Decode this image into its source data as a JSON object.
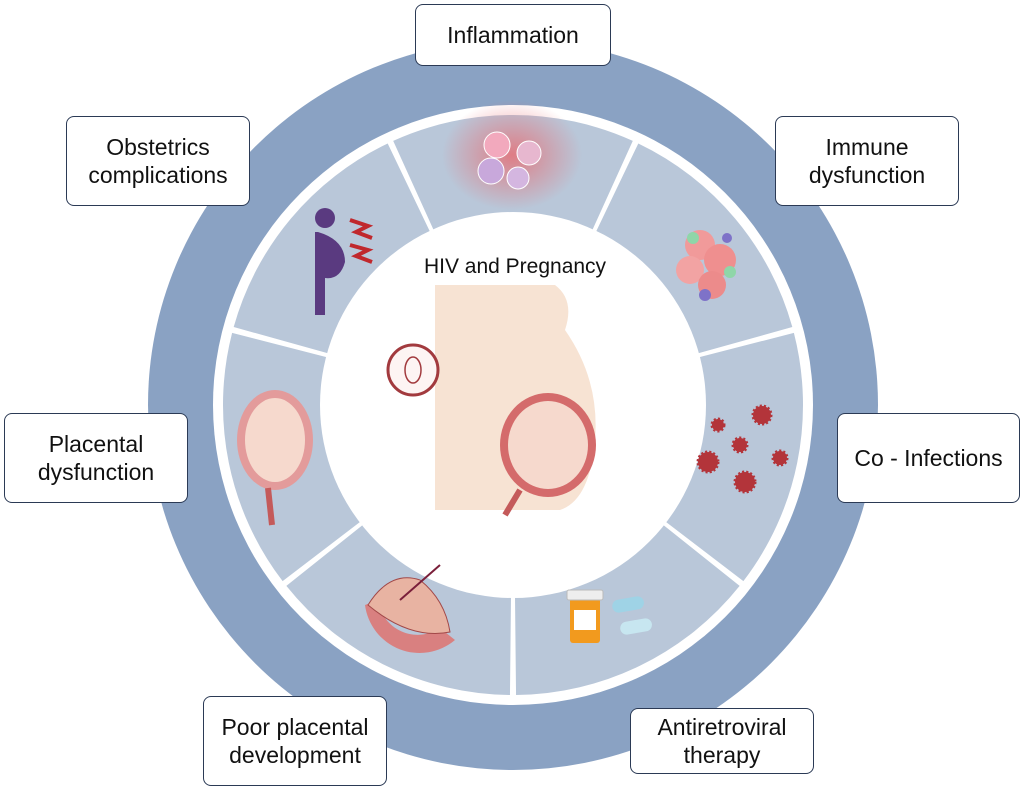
{
  "title": "HIV and Pregnancy",
  "colors": {
    "outer_ring": "#8aa2c3",
    "segment": "#b9c7d9",
    "divider": "#ffffff",
    "box_border": "#2b3a55",
    "virus_red": "#b3343a",
    "figure_purple": "#5a3a80",
    "skin": "#f7e3d3"
  },
  "factors": [
    {
      "label": "Inflammation",
      "icon": "inflammation-cells-icon"
    },
    {
      "label": "Immune dysfunction",
      "icon": "immune-cells-icon"
    },
    {
      "label": "Co - Infections",
      "icon": "viruses-icon"
    },
    {
      "label": "Antiretroviral therapy",
      "icon": "pills-bottle-icon"
    },
    {
      "label": "Poor placental development",
      "icon": "placenta-icon"
    },
    {
      "label": "Placental dysfunction",
      "icon": "fetus-uterus-icon"
    },
    {
      "label": "Obstetrics complications",
      "icon": "pregnant-woman-pain-icon"
    }
  ]
}
